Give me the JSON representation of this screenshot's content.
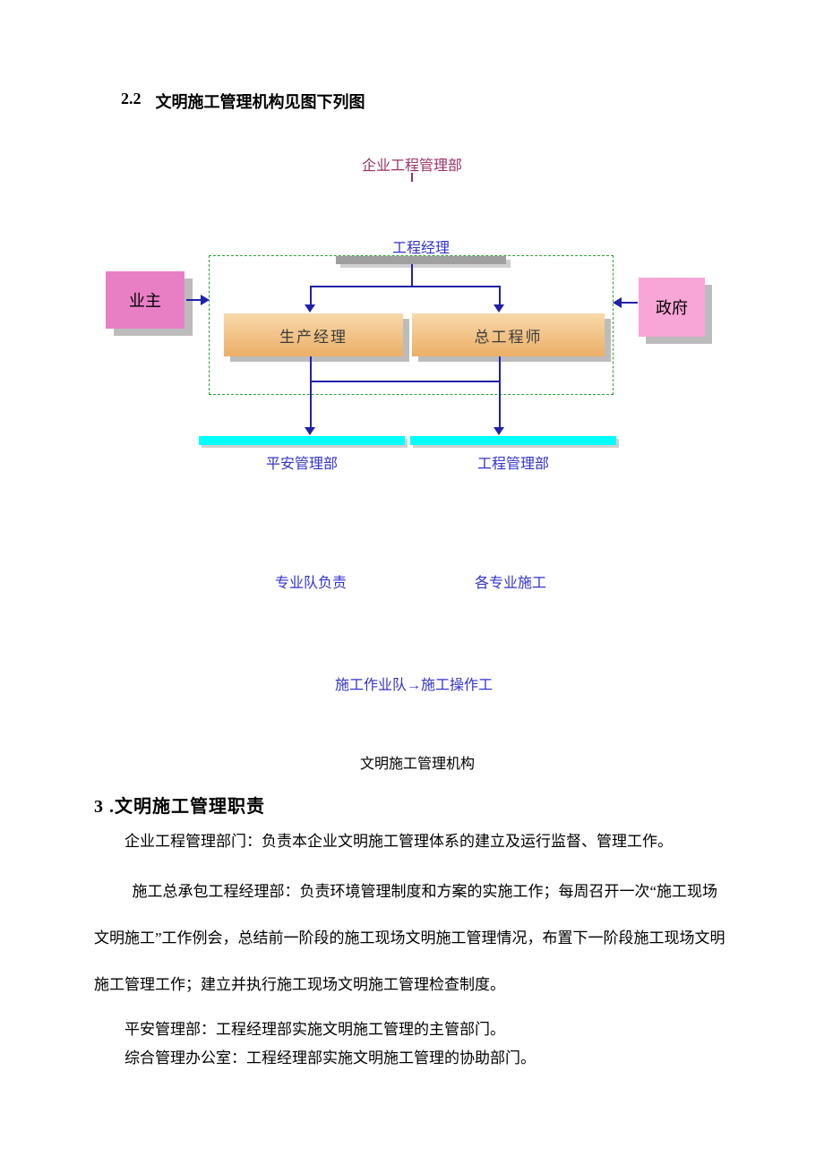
{
  "doc": {
    "heading22": {
      "num": "2.2",
      "text": "文明施工管理机构见图下列图"
    },
    "diagram": {
      "enterprise_dept": "企业工程管理部",
      "project_manager": "工程经理",
      "owner": "业主",
      "government": "政府",
      "production_manager": "生产经理",
      "chief_engineer": "总工程师",
      "safety_dept": "平安管理部",
      "engineering_dept": "工程管理部",
      "team_leader": "专业队负责",
      "specialties": "各专业施工",
      "work_crew": "施工作业队→施工操作工",
      "caption": "文明施工管理机构"
    },
    "heading3": "3 .文明施工管理职责",
    "para1": "企业工程管理部门：负责本企业文明施工管理体系的建立及运行监督、管理工作。",
    "para2": "施工总承包工程经理部：负责环境管理制度和方案的实施工作；每周召开一次“施工现场文明施工”工作例会，总结前一阶段的施工现场文明施工管理情况，布置下一阶段施工现场文明施工管理工作；建立并执行施工现场文明施工管理检查制度。",
    "para3": "平安管理部：工程经理部实施文明施工管理的主管部门。",
    "para4": "综合管理办公室：工程经理部实施文明施工管理的协助部门。",
    "colors": {
      "purple_text": "#993366",
      "blue_text": "#3333CC",
      "arrow_blue": "#2121A8",
      "pink_box_owner": "#E87FC5",
      "pink_box_government": "#F8A5D7",
      "orange_box_top": "#F7D9A9",
      "orange_box_bottom": "#ECAF67",
      "cyan_bar": "#00FFFF",
      "dashed_border_green": "#2F9E36",
      "gray_bar": "#9F9F9F"
    }
  }
}
